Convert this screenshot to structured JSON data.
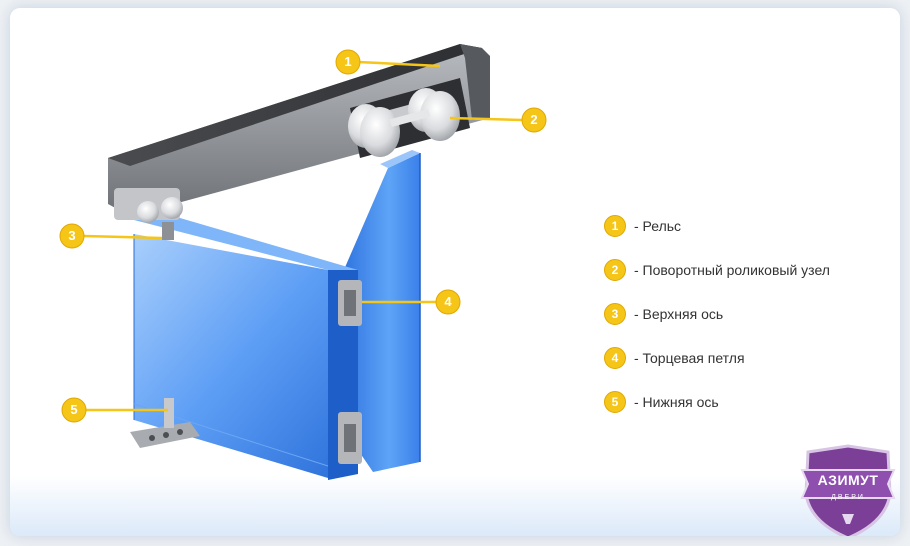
{
  "callouts": [
    "1",
    "2",
    "3",
    "4",
    "5"
  ],
  "legend": [
    {
      "num": "1",
      "label": "- Рельс"
    },
    {
      "num": "2",
      "label": "- Поворотный роликовый узел"
    },
    {
      "num": "3",
      "label": "- Верхняя ось"
    },
    {
      "num": "4",
      "label": "- Торцевая петля"
    },
    {
      "num": "5",
      "label": "- Нижняя ось"
    }
  ],
  "logo": {
    "brand": "АЗИМУТ",
    "sub": "ДВЕРИ"
  },
  "colors": {
    "callout": "#f5c518",
    "glass": "#3f8bf0",
    "rail": "#8a8d92",
    "logo": "#7b3f98"
  }
}
